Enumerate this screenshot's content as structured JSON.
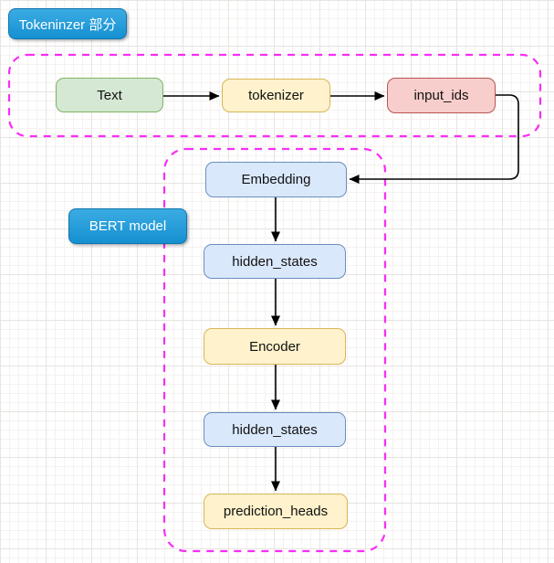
{
  "labels": {
    "tokenizer_section": "Tokeninzer 部分",
    "bert_model": "BERT model"
  },
  "nodes": {
    "text": {
      "label": "Text",
      "fill": "#d5e8d4",
      "stroke": "#82b366"
    },
    "tokenizer": {
      "label": "tokenizer",
      "fill": "#fff2cc",
      "stroke": "#d6b656"
    },
    "input_ids": {
      "label": "input_ids",
      "fill": "#f8cecc",
      "stroke": "#b85450"
    },
    "embedding": {
      "label": "Embedding",
      "fill": "#dae8fc",
      "stroke": "#6c8ebf"
    },
    "hidden_states_1": {
      "label": "hidden_states",
      "fill": "#dae8fc",
      "stroke": "#6c8ebf"
    },
    "encoder": {
      "label": "Encoder",
      "fill": "#fff2cc",
      "stroke": "#d6b656"
    },
    "hidden_states_2": {
      "label": "hidden_states",
      "fill": "#dae8fc",
      "stroke": "#6c8ebf"
    },
    "prediction_heads": {
      "label": "prediction_heads",
      "fill": "#fff2cc",
      "stroke": "#d6b656"
    }
  },
  "edges": [
    {
      "from": "text",
      "to": "tokenizer"
    },
    {
      "from": "tokenizer",
      "to": "input_ids"
    },
    {
      "from": "input_ids",
      "to": "embedding"
    },
    {
      "from": "embedding",
      "to": "hidden_states_1"
    },
    {
      "from": "hidden_states_1",
      "to": "encoder"
    },
    {
      "from": "encoder",
      "to": "hidden_states_2"
    },
    {
      "from": "hidden_states_2",
      "to": "prediction_heads"
    }
  ],
  "colors": {
    "section_chip_blue": "#1ba1e2",
    "group_outline_magenta": "#f72ef5",
    "arrow_black": "#000000"
  }
}
